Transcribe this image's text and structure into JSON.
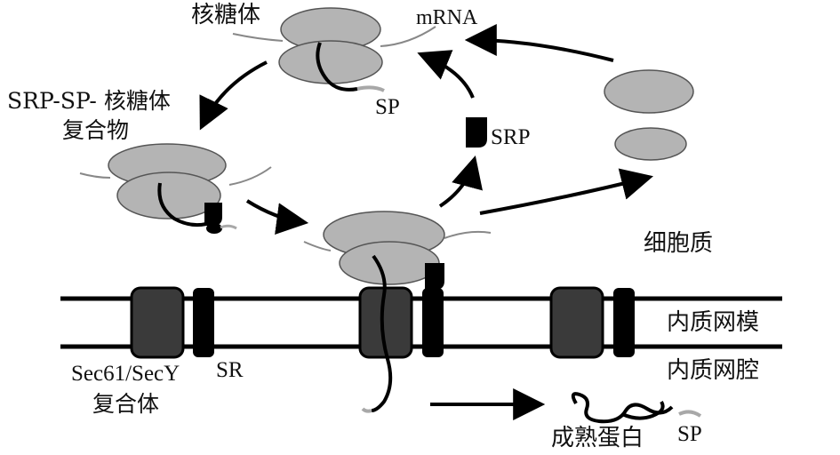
{
  "labels": {
    "ribosome": "核糖体",
    "mrna": "mRNA",
    "sp_top": "SP",
    "complex_line1": "SRP-SP- 核糖体",
    "complex_line2": "复合物",
    "srp": "SRP",
    "cytoplasm": "细胞质",
    "er_membrane": "内质网模",
    "er_lumen": "内质网腔",
    "sec61_line1": "Sec61/SecY",
    "sec61_line2": "复合体",
    "sr": "SR",
    "mature_protein": "成熟蛋白",
    "sp_bottom": "SP"
  },
  "colors": {
    "ribosome_fill": "#b4b4b4",
    "channel_fill": "#3a3a3a",
    "black": "#000000",
    "signal_peptide": "#a8a8a8"
  }
}
